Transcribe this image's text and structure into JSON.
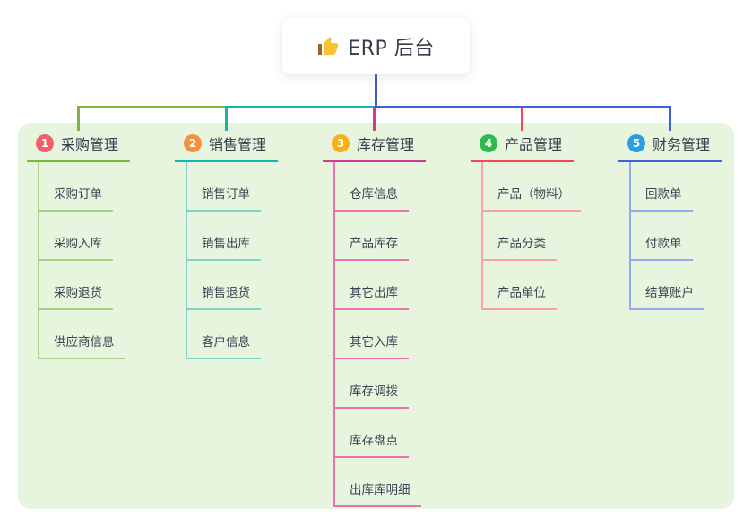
{
  "root": {
    "title": "ERP 后台",
    "icon": "thumbs-up-icon"
  },
  "branches": [
    {
      "id": "1",
      "badge": "1",
      "label": "采购管理",
      "badge_color": "#f25f6d",
      "line_color": "#7db83d",
      "light_color": "#a8d18a",
      "children": [
        "采购订单",
        "采购入库",
        "采购退货",
        "供应商信息"
      ]
    },
    {
      "id": "2",
      "badge": "2",
      "label": "销售管理",
      "badge_color": "#f6913d",
      "line_color": "#12b7a6",
      "light_color": "#7fd4c9",
      "children": [
        "销售订单",
        "销售出库",
        "销售退货",
        "客户信息"
      ]
    },
    {
      "id": "3",
      "badge": "3",
      "label": "库存管理",
      "badge_color": "#f9b017",
      "line_color": "#d23b8e",
      "light_color": "#ee6fb0",
      "children": [
        "仓库信息",
        "产品库存",
        "其它出库",
        "其它入库",
        "库存调拨",
        "库存盘点",
        "出库库明细"
      ]
    },
    {
      "id": "4",
      "badge": "4",
      "label": "产品管理",
      "badge_color": "#2eba4e",
      "line_color": "#f8455a",
      "light_color": "#fda0a8",
      "children": [
        "产品（物料）",
        "产品分类",
        "产品单位"
      ]
    },
    {
      "id": "5",
      "badge": "5",
      "label": "财务管理",
      "badge_color": "#2d9ce0",
      "line_color": "#3e60d8",
      "light_color": "#95aae9",
      "children": [
        "回款单",
        "付款单",
        "结算账户"
      ]
    }
  ],
  "colors": {
    "panel_bg": "#e7f5df",
    "root_connector": "#3e60d8",
    "text": "#363c49",
    "thumb_yellow": "#fac332",
    "thumb_cuff": "#a0622d"
  }
}
